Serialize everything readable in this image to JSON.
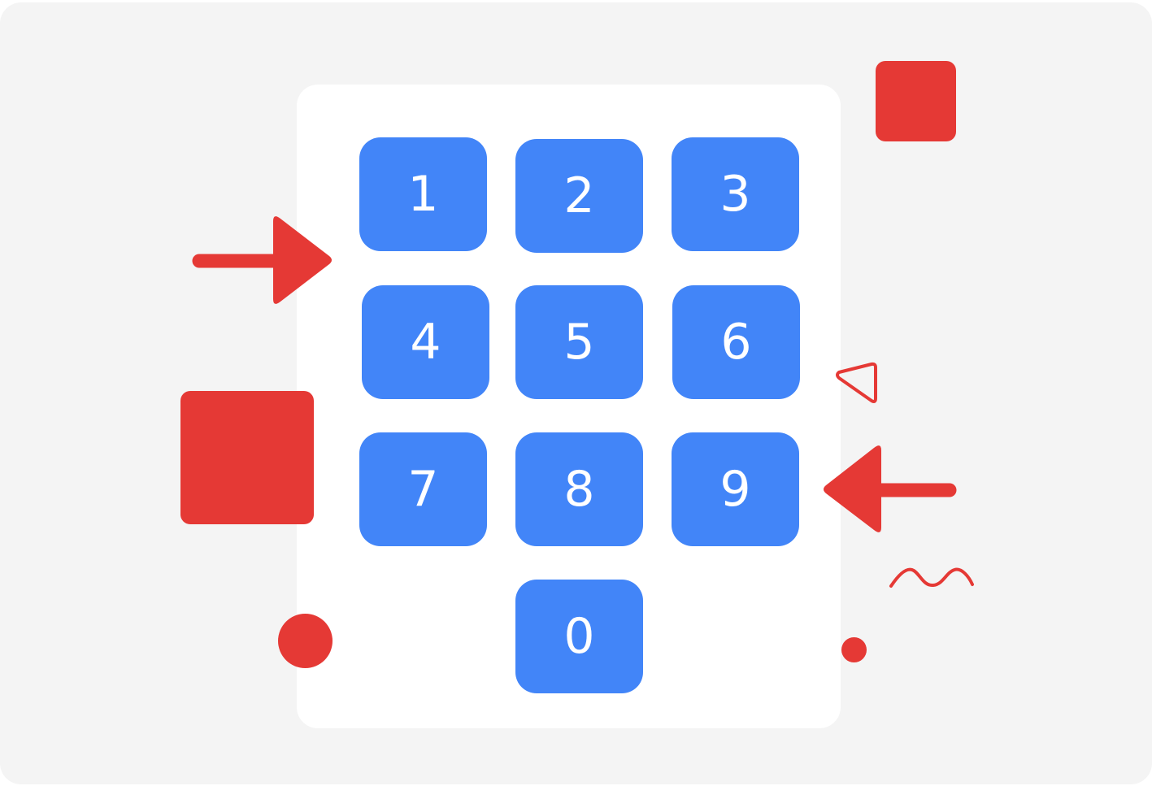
{
  "keypad": {
    "keys": [
      "1",
      "2",
      "3",
      "4",
      "5",
      "6",
      "7",
      "8",
      "9",
      "0"
    ]
  },
  "colors": {
    "key": "#4285f8",
    "accent": "#e53935",
    "card": "#ffffff",
    "background": "#f4f4f4"
  },
  "decorations": {
    "icons": [
      "arrow-right-icon",
      "arrow-left-icon",
      "triangle-outline-icon",
      "squiggle-icon"
    ]
  }
}
